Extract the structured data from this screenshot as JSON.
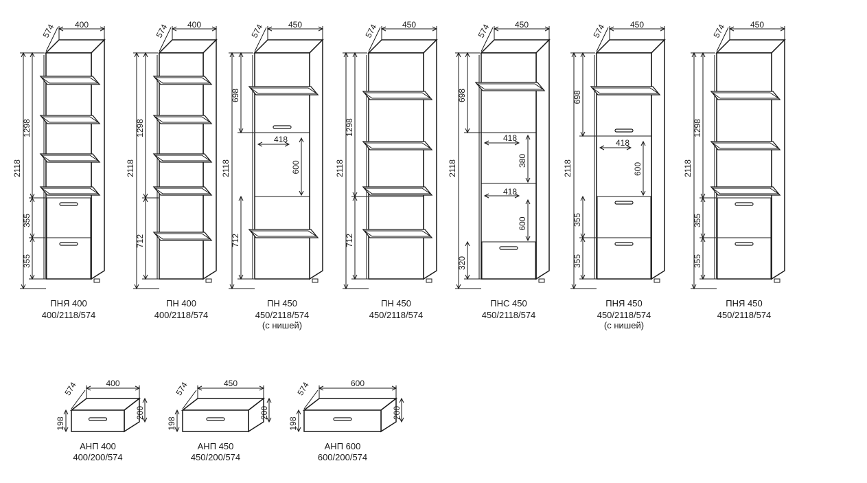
{
  "tall_cabinets": [
    {
      "code": "ПНЯ 400",
      "size": "400/2118/574",
      "note": "",
      "width_label": "400",
      "depth_label": "574",
      "height_label": "2118",
      "inner_dims": [
        {
          "value": "1298"
        },
        {
          "value": "355"
        },
        {
          "value": "355"
        }
      ]
    },
    {
      "code": "ПН 400",
      "size": "400/2118/574",
      "note": "",
      "width_label": "400",
      "depth_label": "574",
      "height_label": "2118",
      "inner_dims": [
        {
          "value": "1298"
        },
        {
          "value": "712"
        }
      ]
    },
    {
      "code": "ПН 450",
      "size": "450/2118/574",
      "note": "(с нишей)",
      "width_label": "450",
      "depth_label": "574",
      "height_label": "2118",
      "inner_dims": [
        {
          "value": "698"
        },
        {
          "value": "712"
        }
      ],
      "niche_dims": [
        {
          "value": "418"
        },
        {
          "value": "600"
        }
      ]
    },
    {
      "code": "ПН 450",
      "size": "450/2118/574",
      "note": "",
      "width_label": "450",
      "depth_label": "574",
      "height_label": "2118",
      "inner_dims": [
        {
          "value": "1298"
        },
        {
          "value": "712"
        }
      ]
    },
    {
      "code": "ПНС 450",
      "size": "450/2118/574",
      "note": "",
      "width_label": "450",
      "depth_label": "574",
      "height_label": "2118",
      "inner_dims": [
        {
          "value": "698"
        },
        {
          "value": "320"
        }
      ],
      "niche_dims": [
        {
          "value": "418"
        },
        {
          "value": "380"
        },
        {
          "value": "418"
        },
        {
          "value": "600"
        }
      ]
    },
    {
      "code": "ПНЯ 450",
      "size": "450/2118/574",
      "note": "(с нишей)",
      "width_label": "450",
      "depth_label": "574",
      "height_label": "2118",
      "inner_dims": [
        {
          "value": "698"
        },
        {
          "value": "355"
        },
        {
          "value": "355"
        }
      ],
      "niche_dims": [
        {
          "value": "418"
        },
        {
          "value": "600"
        }
      ]
    },
    {
      "code": "ПНЯ 450",
      "size": "450/2118/574",
      "note": "",
      "width_label": "450",
      "depth_label": "574",
      "height_label": "2118",
      "inner_dims": [
        {
          "value": "1298"
        },
        {
          "value": "355"
        },
        {
          "value": "355"
        }
      ]
    }
  ],
  "drawer_units": [
    {
      "code": "АНП 400",
      "size": "400/200/574",
      "width_label": "400",
      "depth_label": "574",
      "height_label": "200",
      "front_label": "198"
    },
    {
      "code": "АНП 450",
      "size": "450/200/574",
      "width_label": "450",
      "depth_label": "574",
      "height_label": "200",
      "front_label": "198"
    },
    {
      "code": "АНП 600",
      "size": "600/200/574",
      "width_label": "600",
      "depth_label": "574",
      "height_label": "200",
      "front_label": "198"
    }
  ]
}
